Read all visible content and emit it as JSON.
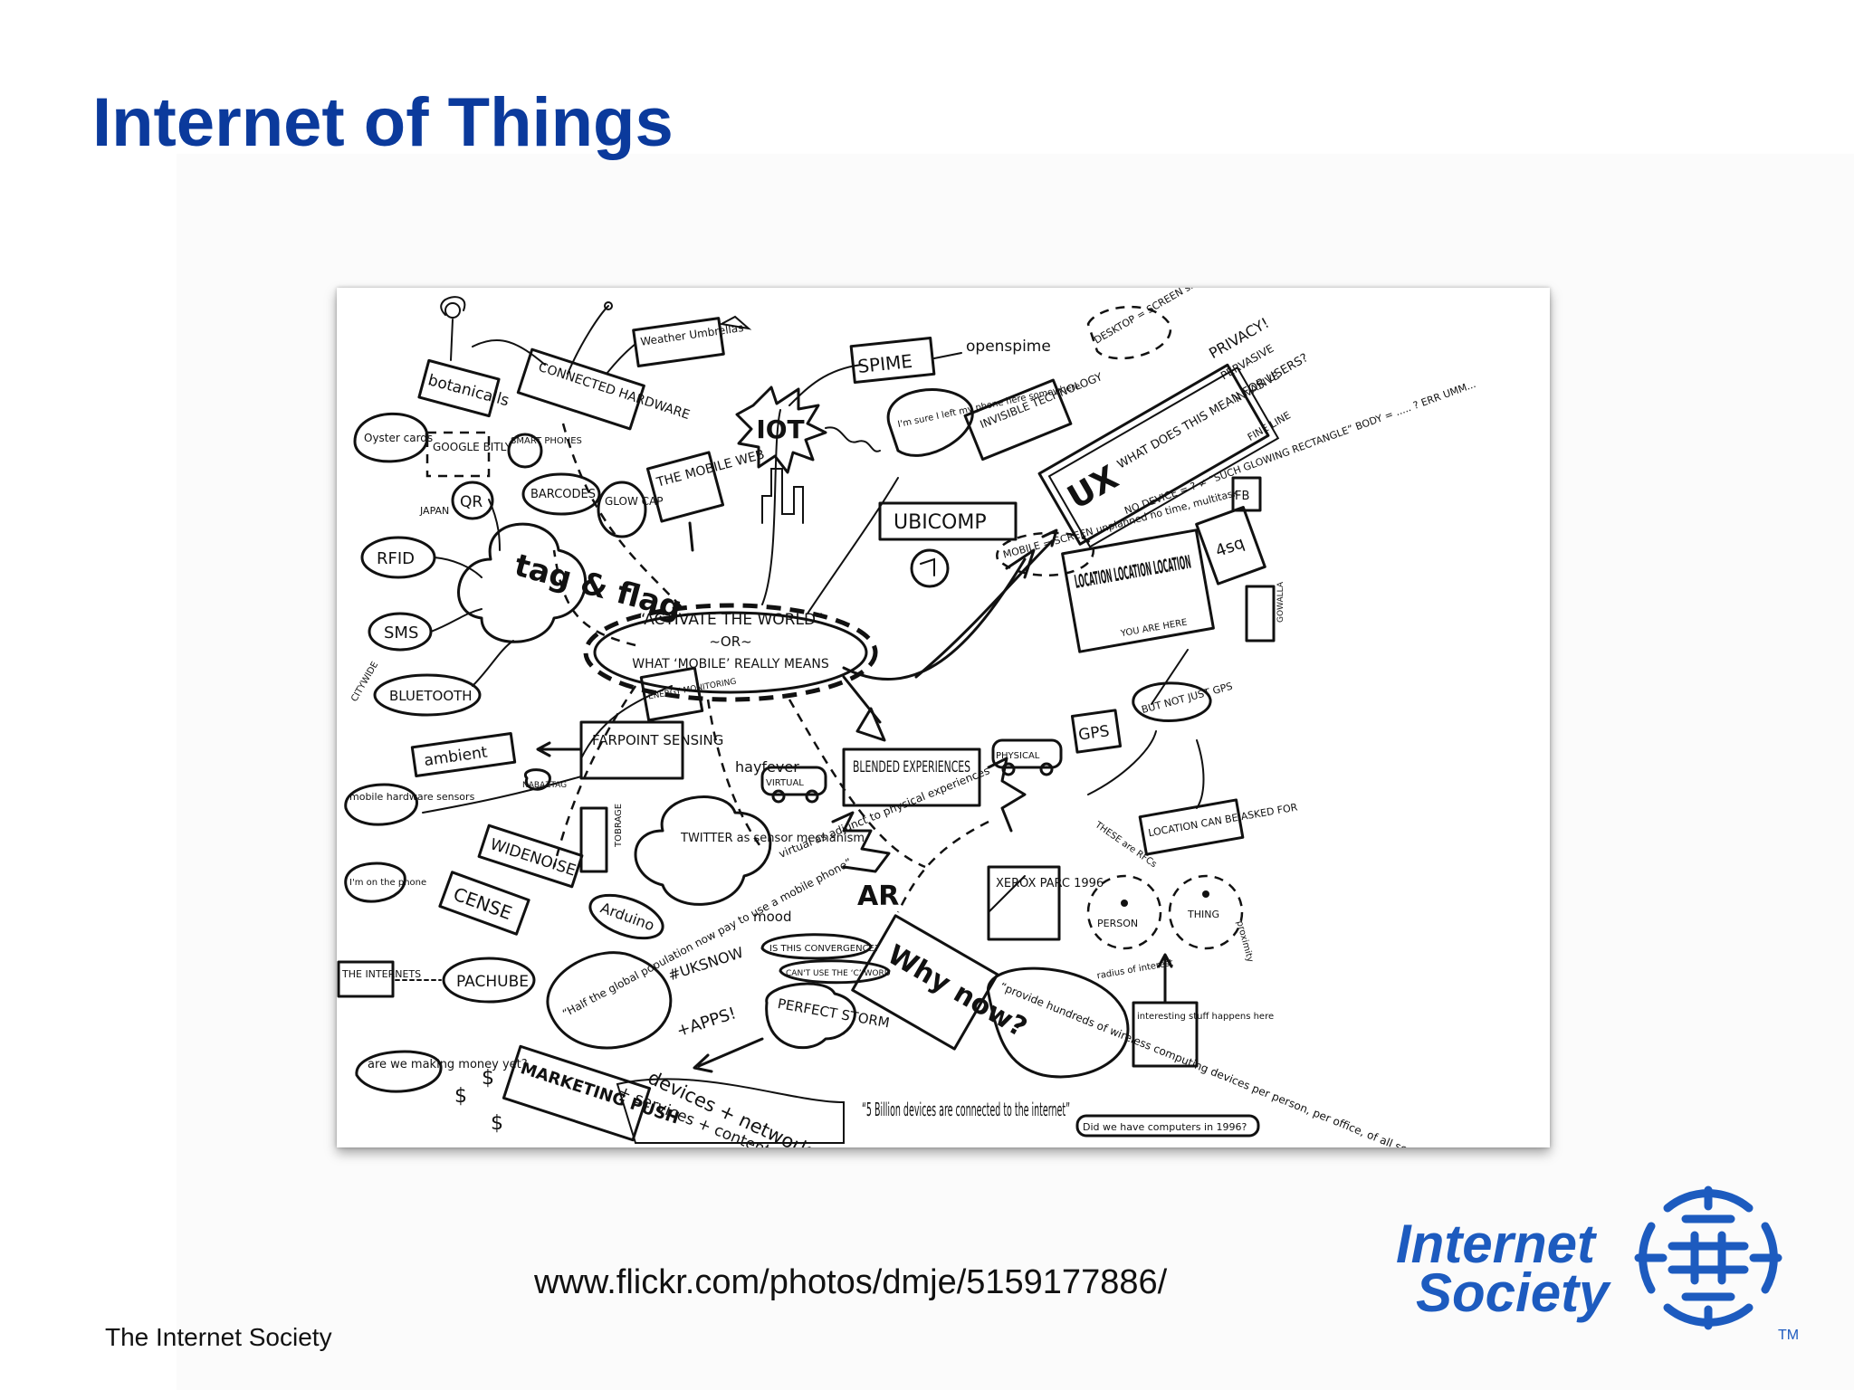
{
  "slide": {
    "title": "Internet of Things",
    "caption": "www.flickr.com/photos/dmje/5159177886/",
    "footer": "The Internet Society"
  },
  "logo": {
    "line1": "Internet",
    "line2": "Society",
    "trademark": "TM",
    "color": "#1d5bbf"
  },
  "sketch": {
    "center": {
      "line1": "“ACTIVATE THE WORLD”",
      "line2": "~OR~",
      "line3": "WHAT ‘MOBILE’ REALLY MEANS"
    },
    "iot": "IOT",
    "spime": "SPIME",
    "openspime": "openspime",
    "ubicomp": "UBICOMP",
    "invisible_tech": "INVISIBLE TECHNOLOGY",
    "im_sure": "I'm sure I left my phone here somewhere",
    "connected_hardware": "CONNECTED HARDWARE",
    "weather_umbrellas": "Weather Umbrellas",
    "botanicalls": "botanicalls",
    "google_bitly": "GOOGLE BITLY",
    "smartphones": "SMART PHONES",
    "oyster_cards": "Oyster cards",
    "qr": "QR",
    "japan": "JAPAN",
    "barcodes": "BARCODES",
    "glow_cap": "GLOW CAP",
    "mobile_web": "THE MOBILE WEB",
    "rfid": "RFID",
    "tag_flag": "tag & flag",
    "sms": "SMS",
    "citywide": "CITYWIDE",
    "bluetooth": "BLUETOOTH",
    "farpoint": "FARPOINT SENSING",
    "energy": "ENERGY MONITORING",
    "ambient": "ambient",
    "nabaztag": "NABAZTAG",
    "mobile_hw": "mobile hardware sensors",
    "hayfever": "hayfever",
    "twitter": "TWITTER as sensor mechanism",
    "widenoise": "WIDENOISE",
    "cense": "CENSE",
    "im_on_phone": "I'm on the phone",
    "tobrage": "TOBRAGE",
    "arduino": "Arduino",
    "mood": "mood",
    "half_global": "“Half the global population now pay to use a mobile phone”",
    "uksnow": "#UKSNOW",
    "the_internets": "THE INTERNETS",
    "pachube": "PACHUBE",
    "apps": "+APPS!",
    "convergence": "IS THIS CONVERGENCE?",
    "c_word": "CAN'T USE THE ‘C’ WORD",
    "perfect_storm": "PERFECT STORM",
    "making_money": "are we making money yet?",
    "marketing_push": "MARKETING PUSH",
    "devices_line": "devices + network + location",
    "services_line": "+ services + content + computing power",
    "five_billion": "“5 Billion devices are connected to the internet”",
    "blended": "BLENDED EXPERIENCES",
    "virtual": "VIRTUAL",
    "physical": "PHYSICAL",
    "virtual_adjunct": "virtual as adjunct to physical experiences",
    "ar": "AR",
    "why_now": "Why now?",
    "xerox": "XEROX PARC 1996",
    "provide_hundreds": "“provide hundreds of wireless computing devices per person, per office, of all scales”",
    "computers_1996": "Did we have computers in 1996?",
    "ux": "UX",
    "what_does": "WHAT DOES THIS MEAN FOR USERS?",
    "desktop": "DESKTOP = SCREEN sit forward create focus",
    "privacy": "PRIVACY!",
    "pervasive": "PERVASIVE",
    "invasive": "INVASIVE",
    "fine_line": "FINE LINE",
    "no_device": "NO DEVICE = ? ≠ “SUCH GLOWING RECTANGLE” BODY = ..... ? ERR UMM...",
    "mobile_screen": "MOBILE = SCREEN unplanned no time, multitask",
    "location": "LOCATION LOCATION LOCATION",
    "you_are_here": "YOU ARE HERE",
    "four_sq": "4sq",
    "fb": "FB",
    "gowalla": "GOWALLA",
    "gps": "GPS",
    "but_not_gps": "BUT NOT JUST GPS",
    "location_can": "LOCATION CAN BE ASKED FOR",
    "these_are_rfcs": "THESE are RFCs",
    "person": "PERSON",
    "thing": "THING",
    "radius_interest": "radius of interest",
    "interesting_stuff": "interesting stuff happens here",
    "proximity": "proximity"
  }
}
